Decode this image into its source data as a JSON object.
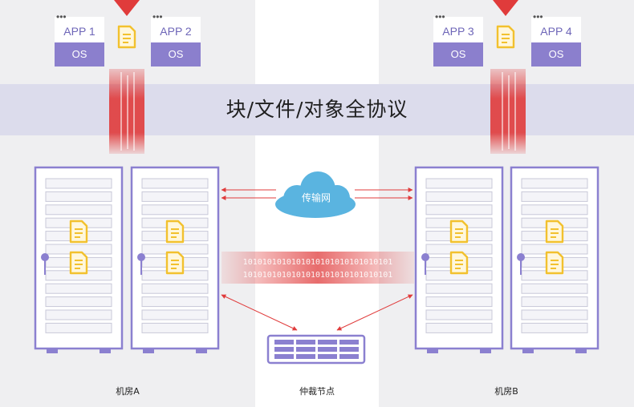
{
  "protocol_band": {
    "label": "块/文件/对象全协议"
  },
  "apps": [
    {
      "name": "APP 1",
      "os": "OS"
    },
    {
      "name": "APP 2",
      "os": "OS"
    },
    {
      "name": "APP 3",
      "os": "OS"
    },
    {
      "name": "APP 4",
      "os": "OS"
    }
  ],
  "network": {
    "label": "传输网"
  },
  "data_stream": {
    "text": "1010101010101010101010101010101"
  },
  "sites": {
    "site_a": "机房A",
    "witness": "仲裁节点",
    "site_b": "机房B"
  },
  "colors": {
    "purple": "#8b7fcd",
    "rack_border": "#8b80d0",
    "doc_yellow": "#f2c12e",
    "red": "#e03b3b",
    "cloud": "#5ab4e0"
  }
}
